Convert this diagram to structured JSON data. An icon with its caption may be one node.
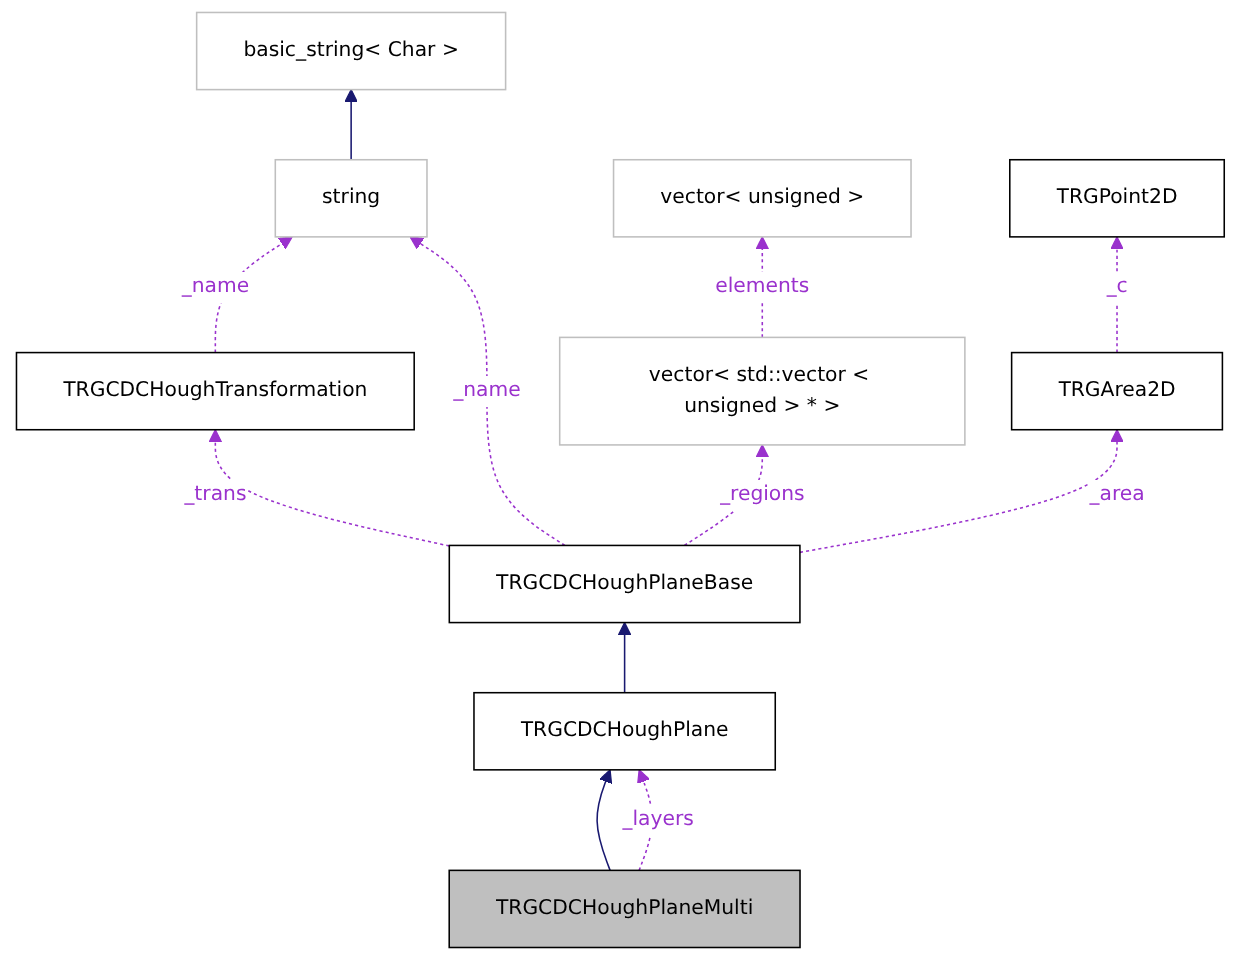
{
  "diagram": {
    "nodes": [
      {
        "text": [
          "basic_string< Char >"
        ]
      },
      {
        "text": [
          "string"
        ]
      },
      {
        "text": [
          "vector< unsigned >"
        ]
      },
      {
        "text": [
          "TRGPoint2D"
        ]
      },
      {
        "text": [
          "TRGCDCHoughTransformation"
        ]
      },
      {
        "text": [
          "vector< std::vector < unsigned > * >"
        ]
      },
      {
        "text": [
          "TRGArea2D"
        ]
      },
      {
        "text": [
          "TRGCDCHoughPlaneBase"
        ]
      },
      {
        "text": [
          "TRGCDCHoughPlane"
        ]
      },
      {
        "text": [
          "TRGCDCHoughPlaneMulti"
        ]
      }
    ],
    "edges": [
      {
        "from": 1,
        "to": 0,
        "arrow": "to",
        "color": "#191970"
      },
      {
        "from": 4,
        "to": 1,
        "arrow": "to",
        "label": "_name",
        "style": "dashed"
      },
      {
        "from": 7,
        "to": 1,
        "arrow": "to",
        "label": "_name",
        "style": "dashed"
      },
      {
        "from": 5,
        "to": 2,
        "arrow": "to",
        "label": "elements",
        "style": "dashed"
      },
      {
        "from": 6,
        "to": 3,
        "arrow": "to",
        "label": "_c",
        "style": "dashed"
      },
      {
        "from": 7,
        "to": 4,
        "arrow": "to",
        "label": "_trans",
        "style": "dashed"
      },
      {
        "from": 7,
        "to": 5,
        "arrow": "to",
        "label": "_regions",
        "style": "dashed"
      },
      {
        "from": 7,
        "to": 6,
        "arrow": "to",
        "label": "_area",
        "style": "dashed"
      },
      {
        "from": 8,
        "to": 7,
        "arrow": "to",
        "color": "#191970"
      },
      {
        "from": 9,
        "to": 8,
        "arrow": "to",
        "color": "#191970"
      },
      {
        "from": 9,
        "to": 8,
        "arrow": "to",
        "label": "_layers",
        "style": "dashed"
      }
    ]
  }
}
